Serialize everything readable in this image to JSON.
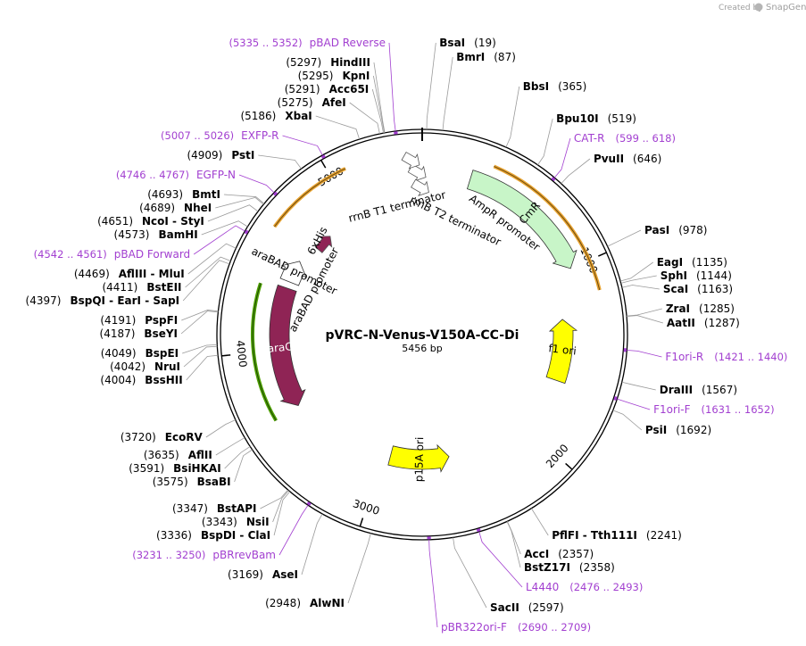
{
  "plasmid": {
    "name": "pVRC-N-Venus-V150A-CC-Di",
    "length_label": "5456 bp",
    "length": 5456
  },
  "credit": "Created by",
  "brand": "SnapGene",
  "colors": {
    "backbone": "#000000",
    "leader": "#9a9a9a",
    "primer": "#a23fd0",
    "cmr": "#c8f5c8",
    "f1ori": "#ffff00",
    "p15a": "#ffff00",
    "arac": "#8f2455",
    "promoter": "#ffffff",
    "orange_arc": "#e8a330",
    "green_arc": "#4ea000"
  },
  "ticks": [
    {
      "pos": 1000,
      "label": "1000"
    },
    {
      "pos": 2000,
      "label": "2000"
    },
    {
      "pos": 3000,
      "label": "3000"
    },
    {
      "pos": 4000,
      "label": "4000"
    },
    {
      "pos": 5000,
      "label": "5000"
    }
  ],
  "enzymes": [
    {
      "name": "BsaI",
      "pos": "(19)",
      "bp": 19,
      "side": "R"
    },
    {
      "name": "BmrI",
      "pos": "(87)",
      "bp": 87,
      "side": "R"
    },
    {
      "name": "BbsI",
      "pos": "(365)",
      "bp": 365,
      "side": "R"
    },
    {
      "name": "Bpu10I",
      "pos": "(519)",
      "bp": 519,
      "side": "R"
    },
    {
      "name": "PvuII",
      "pos": "(646)",
      "bp": 646,
      "side": "R"
    },
    {
      "name": "PasI",
      "pos": "(978)",
      "bp": 978,
      "side": "R"
    },
    {
      "name": "EagI",
      "pos": "(1135)",
      "bp": 1135,
      "side": "R"
    },
    {
      "name": "SphI",
      "pos": "(1144)",
      "bp": 1144,
      "side": "R"
    },
    {
      "name": "ScaI",
      "pos": "(1163)",
      "bp": 1163,
      "side": "R"
    },
    {
      "name": "ZraI",
      "pos": "(1285)",
      "bp": 1285,
      "side": "R"
    },
    {
      "name": "AatII",
      "pos": "(1287)",
      "bp": 1287,
      "side": "R"
    },
    {
      "name": "DraIII",
      "pos": "(1567)",
      "bp": 1567,
      "side": "R"
    },
    {
      "name": "PsiI",
      "pos": "(1692)",
      "bp": 1692,
      "side": "R"
    },
    {
      "name": "PflFI - Tth111I",
      "pos": "(2241)",
      "bp": 2241,
      "side": "R"
    },
    {
      "name": "AccI",
      "pos": "(2357)",
      "bp": 2357,
      "side": "R"
    },
    {
      "name": "BstZ17I",
      "pos": "(2358)",
      "bp": 2358,
      "side": "R"
    },
    {
      "name": "SacII",
      "pos": "(2597)",
      "bp": 2597,
      "side": "R"
    },
    {
      "name": "AlwNI",
      "pos": "(2948)",
      "bp": 2948,
      "side": "L"
    },
    {
      "name": "AseI",
      "pos": "(3169)",
      "bp": 3169,
      "side": "L"
    },
    {
      "name": "BspDI - ClaI",
      "pos": "(3336)",
      "bp": 3336,
      "side": "L"
    },
    {
      "name": "NsiI",
      "pos": "(3343)",
      "bp": 3343,
      "side": "L"
    },
    {
      "name": "BstAPI",
      "pos": "(3347)",
      "bp": 3347,
      "side": "L"
    },
    {
      "name": "BsaBI",
      "pos": "(3575)",
      "bp": 3575,
      "side": "L"
    },
    {
      "name": "BsiHKAI",
      "pos": "(3591)",
      "bp": 3591,
      "side": "L"
    },
    {
      "name": "AflII",
      "pos": "(3635)",
      "bp": 3635,
      "side": "L"
    },
    {
      "name": "EcoRV",
      "pos": "(3720)",
      "bp": 3720,
      "side": "L"
    },
    {
      "name": "BssHII",
      "pos": "(4004)",
      "bp": 4004,
      "side": "L"
    },
    {
      "name": "NruI",
      "pos": "(4042)",
      "bp": 4042,
      "side": "L"
    },
    {
      "name": "BspEI",
      "pos": "(4049)",
      "bp": 4049,
      "side": "L"
    },
    {
      "name": "BseYI",
      "pos": "(4187)",
      "bp": 4187,
      "side": "L"
    },
    {
      "name": "PspFI",
      "pos": "(4191)",
      "bp": 4191,
      "side": "L"
    },
    {
      "name": "BspQI - EarI - SapI",
      "pos": "(4397)",
      "bp": 4397,
      "side": "L"
    },
    {
      "name": "BstEII",
      "pos": "(4411)",
      "bp": 4411,
      "side": "L"
    },
    {
      "name": "AflIII - MluI",
      "pos": "(4469)",
      "bp": 4469,
      "side": "L"
    },
    {
      "name": "BamHI",
      "pos": "(4573)",
      "bp": 4573,
      "side": "L"
    },
    {
      "name": "NcoI - StyI",
      "pos": "(4651)",
      "bp": 4651,
      "side": "L"
    },
    {
      "name": "NheI",
      "pos": "(4689)",
      "bp": 4689,
      "side": "L"
    },
    {
      "name": "BmtI",
      "pos": "(4693)",
      "bp": 4693,
      "side": "L"
    },
    {
      "name": "PstI",
      "pos": "(4909)",
      "bp": 4909,
      "side": "L"
    },
    {
      "name": "XbaI",
      "pos": "(5186)",
      "bp": 5186,
      "side": "L"
    },
    {
      "name": "AfeI",
      "pos": "(5275)",
      "bp": 5275,
      "side": "L"
    },
    {
      "name": "Acc65I",
      "pos": "(5291)",
      "bp": 5291,
      "side": "L"
    },
    {
      "name": "KpnI",
      "pos": "(5295)",
      "bp": 5295,
      "side": "L"
    },
    {
      "name": "HindIII",
      "pos": "(5297)",
      "bp": 5297,
      "side": "L"
    }
  ],
  "primers": [
    {
      "name": "pBAD Reverse",
      "pos": "(5335 .. 5352)",
      "bp": 5343,
      "side": "L"
    },
    {
      "name": "EXFP-R",
      "pos": "(5007 .. 5026)",
      "bp": 5016,
      "side": "L"
    },
    {
      "name": "EGFP-N",
      "pos": "(4746 .. 4767)",
      "bp": 4756,
      "side": "L"
    },
    {
      "name": "pBAD Forward",
      "pos": "(4542 .. 4561)",
      "bp": 4551,
      "side": "L"
    },
    {
      "name": "CAT-R",
      "pos": "(599 .. 618)",
      "bp": 608,
      "side": "R"
    },
    {
      "name": "F1ori-R",
      "pos": "(1421 .. 1440)",
      "bp": 1430,
      "side": "R"
    },
    {
      "name": "F1ori-F",
      "pos": "(1631 .. 1652)",
      "bp": 1641,
      "side": "R"
    },
    {
      "name": "L4440",
      "pos": "(2476 .. 2493)",
      "bp": 2484,
      "side": "R"
    },
    {
      "name": "pBR322ori-F",
      "pos": "(2690 .. 2709)",
      "bp": 2699,
      "side": "R"
    },
    {
      "name": "pBRrevBam",
      "pos": "(3231 .. 3250)",
      "bp": 3240,
      "side": "L"
    }
  ],
  "features": [
    {
      "label": "CmR",
      "start": 260,
      "end": 1000,
      "kind": "arrow",
      "dir": 1,
      "ring": 182
    },
    {
      "label": "f1 ori",
      "start": 1270,
      "end": 1650,
      "kind": "arrow",
      "dir": -1,
      "ring": 158
    },
    {
      "label": "p15A ori",
      "start": 2540,
      "end": 2950,
      "kind": "arrow",
      "dir": -1,
      "ring": 140
    },
    {
      "label": "araC",
      "start": 3640,
      "end": 4380,
      "kind": "arrow",
      "dir": -1,
      "ring": 160
    },
    {
      "label": "araBAD promoter",
      "start": 4420,
      "end": 4560,
      "kind": "arrow",
      "dir": 1,
      "ring": 160
    },
    {
      "label": "6xHis",
      "start": 4720,
      "end": 4760,
      "kind": "arrow",
      "dir": 1,
      "ring": 148
    },
    {
      "label": "AmpR promoter",
      "start": 5410,
      "end": 5430,
      "kind": "arrow",
      "dir": 1,
      "ring": 182
    },
    {
      "label": "rrnB T2 terminator",
      "start": 5420,
      "end": 5450,
      "kind": "arrow",
      "dir": 1,
      "ring": 170
    },
    {
      "label": "rrnB T1 terminator",
      "start": 5380,
      "end": 5420,
      "kind": "arrow",
      "dir": 1,
      "ring": 196
    }
  ]
}
